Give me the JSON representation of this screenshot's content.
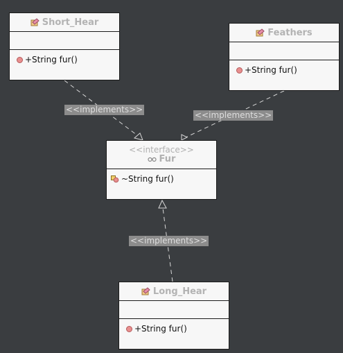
{
  "edge_label": "<<implements>>",
  "classes": {
    "short_hear": {
      "name": "Short_Hear",
      "op": "+String fur()"
    },
    "feathers": {
      "name": "Feathers",
      "op": "+String fur()"
    },
    "long_hear": {
      "name": "Long_Hear",
      "op": "+String fur()"
    }
  },
  "interface": {
    "stereotype": "<<interface>>",
    "name": "Fur",
    "op": "~String fur()"
  }
}
